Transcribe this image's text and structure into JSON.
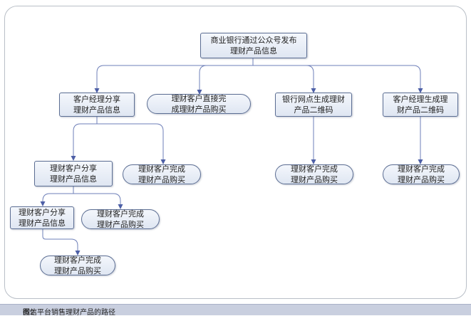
{
  "nodes": {
    "root": "商业银行通过公众号发布\n理财产品信息",
    "manager_share": "客户经理分享\n理财产品信息",
    "direct_purchase": "理财客户直接完\n成理财产品购买",
    "branch_qr": "银行网点生成理财\n产品二维码",
    "manager_qr": "客户经理生成理\n财产品二维码",
    "customer_share_1": "理财客户分享\n理财产品信息",
    "purchase_1": "理财客户完成\n理财产品购买",
    "purchase_branch": "理财客户完成\n理财产品购买",
    "purchase_manager": "理财客户完成\n理财产品购买",
    "customer_share_2": "理财客户分享\n理财产品信息",
    "purchase_2": "理财客户完成\n理财产品购买",
    "purchase_3": "理财客户完成\n理财产品购买"
  },
  "caption": {
    "figure_no": "图2",
    "title": "微信平台销售理财产品的路径"
  },
  "colors": {
    "connector": "#6e7fb8",
    "node_border": "#5c6e93",
    "caption_bg": "#c9cfdf"
  }
}
